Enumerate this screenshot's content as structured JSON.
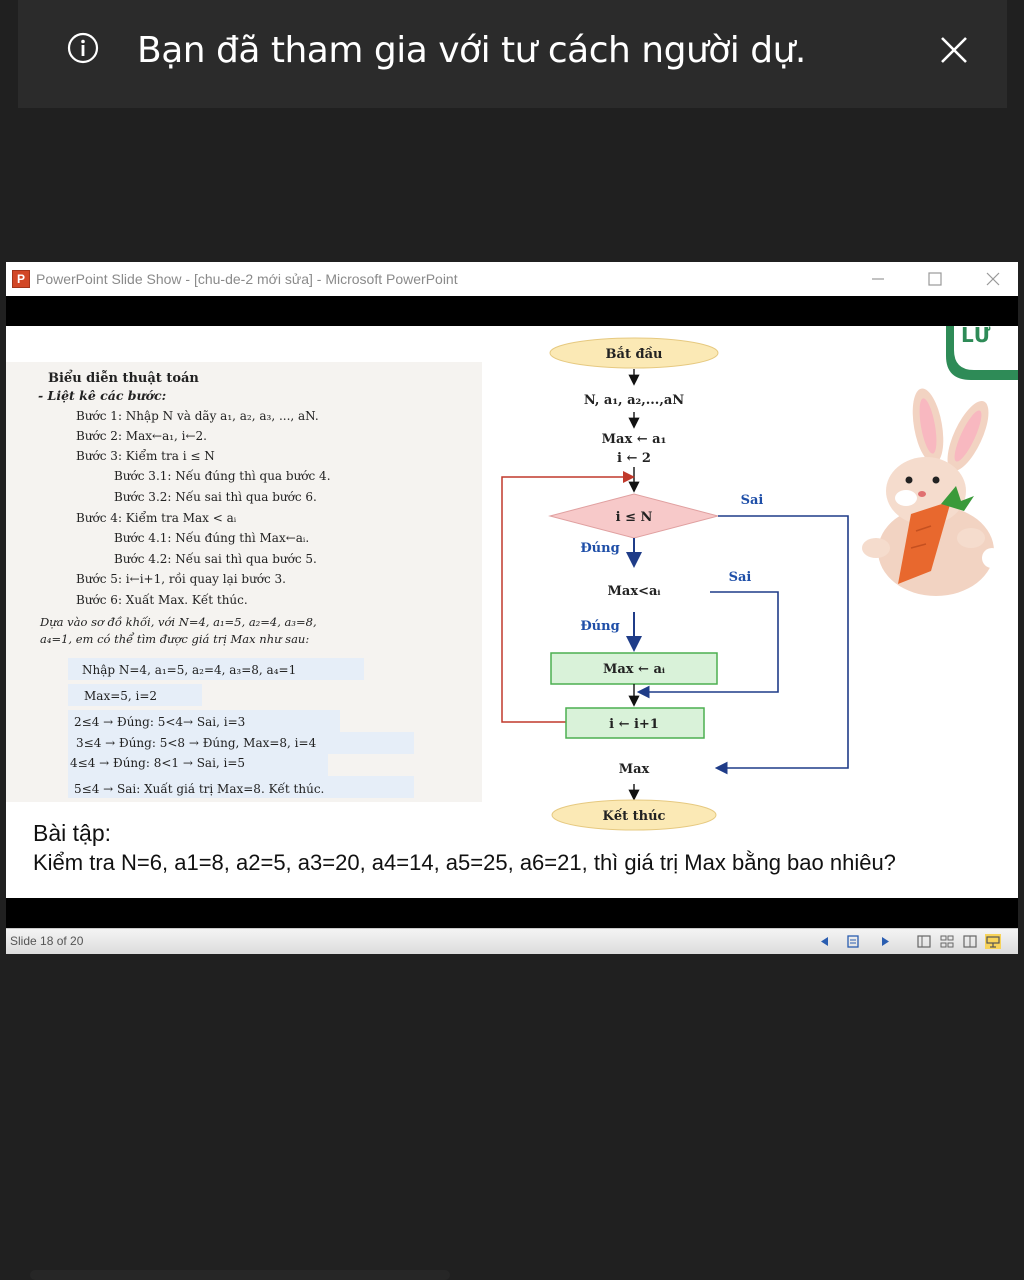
{
  "banner": {
    "text": "Bạn đã tham gia với tư cách người dự."
  },
  "window": {
    "title": "PowerPoint Slide Show - [chu-de-2 mới sửa] - Microsoft PowerPoint",
    "app_icon_letter": "P"
  },
  "slide": {
    "heading": "Biểu diễn thuật toán",
    "subheading": "- Liệt kê các bước:",
    "steps": [
      "Bước 1: Nhập N và dãy a₁, a₂, a₃, ..., aN.",
      "Bước 2: Max←a₁, i←2.",
      "Bước 3: Kiểm tra i ≤ N",
      "Bước 3.1: Nếu đúng thì qua bước 4.",
      "Bước 3.2: Nếu sai thì qua bước 6.",
      "Bước 4: Kiểm tra Max < aᵢ",
      "Bước 4.1: Nếu đúng thì Max←aᵢ.",
      "Bước 4.2: Nếu sai thì qua bước 5.",
      "Bước 5: i←i+1, rồi quay lại bước 3.",
      "Bước 6: Xuất Max. Kết thúc."
    ],
    "intro_line1": "Dựa vào sơ đồ khối, với N=4, a₁=5, a₂=4, a₃=8,",
    "intro_line2": "a₄=1, em có thể tìm được giá trị Max như sau:",
    "trace": [
      "Nhập N=4, a₁=5, a₂=4, a₃=8, a₄=1",
      "Max=5, i=2",
      "2≤4 → Đúng: 5<4→ Sai, i=3",
      "3≤4 → Đúng: 5<8 → Đúng, Max=8, i=4",
      "4≤4 → Đúng: 8<1 → Sai, i=5",
      "5≤4 → Sai: Xuất giá trị Max=8. Kết thúc."
    ],
    "flowchart": {
      "start": "Bắt đầu",
      "input": "N, a₁, a₂,...,aN",
      "init1": "Max ← a₁",
      "init2": "i ← 2",
      "cond1": "i ≤ N",
      "cond1_false": "Sai",
      "cond1_true": "Đúng",
      "cond2": "Max<aᵢ",
      "cond2_false": "Sai",
      "cond2_true": "Đúng",
      "assign": "Max ← aᵢ",
      "increment": "i ← i+1",
      "output": "Max",
      "end": "Kết thúc"
    },
    "corner_label": "LƯ",
    "exercise_title": "Bài tập:",
    "exercise_body": "Kiểm tra N=6, a1=8, a2=5, a3=20, a4=14, a5=25, a6=21, thì giá trị Max bằng bao nhiêu?"
  },
  "statusbar": {
    "slide_indicator": "Slide 18 of 20"
  },
  "colors": {
    "start_end_fill": "#fbe9b5",
    "decision_fill": "#f7c9c9",
    "process_fill": "#d9f2d9",
    "process_border": "#4caf50",
    "loop_line": "#c0392b",
    "sai_line": "#1f3c88",
    "label_blue": "#1f4fa8"
  }
}
